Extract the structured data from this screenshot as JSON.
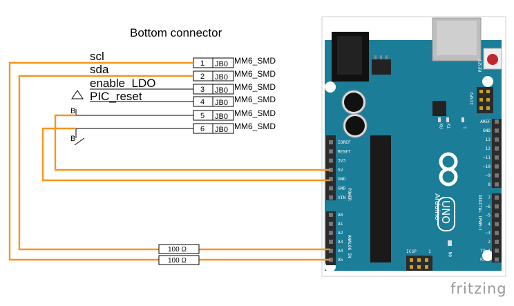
{
  "title": "Bottom connector",
  "nets": {
    "scl": "scl",
    "sda": "sda",
    "enable": "enable_LDO",
    "pic_reset": "PIC_reset"
  },
  "connector": {
    "part_label": "JB0",
    "package": "MM6_SMD",
    "pins": [
      "1",
      "2",
      "3",
      "4",
      "5",
      "6"
    ]
  },
  "transistor_label": "B",
  "resistors": [
    {
      "label": "100 Ω"
    },
    {
      "label": "100 Ω"
    }
  ],
  "board": {
    "power_pins": [
      "IOREF",
      "RESET",
      "3V3",
      "5V",
      "GND",
      "GND",
      "VIN"
    ],
    "power_header": "POWER",
    "analog_pins": [
      "A0",
      "A1",
      "A2",
      "A3",
      "A4",
      "A5"
    ],
    "analog_header": "ANALOG IN",
    "digital_pins_top": [
      "AREF",
      "GND",
      "13",
      "12",
      "~11",
      "~10",
      "~9",
      "8"
    ],
    "digital_pins_bottom": [
      "7",
      "~6",
      "~5",
      "4",
      "~3",
      "2",
      "TX▶1",
      "RX◀0"
    ],
    "digital_header": "DIGITAL (PWM~)",
    "reset_label": "RESET",
    "icsp2_label": "ICSP2",
    "icsp_label": "ICSP",
    "icsp_num": "1",
    "tx_label": "TX",
    "rx_label": "RX",
    "l_label": "L",
    "on_label": "ON",
    "brand": "Arduino",
    "model": "UNO",
    "colors": {
      "board": "#1b7d98",
      "wire": "#f7931e",
      "header": "#2b2b2b"
    }
  },
  "watermark": "fritzing"
}
